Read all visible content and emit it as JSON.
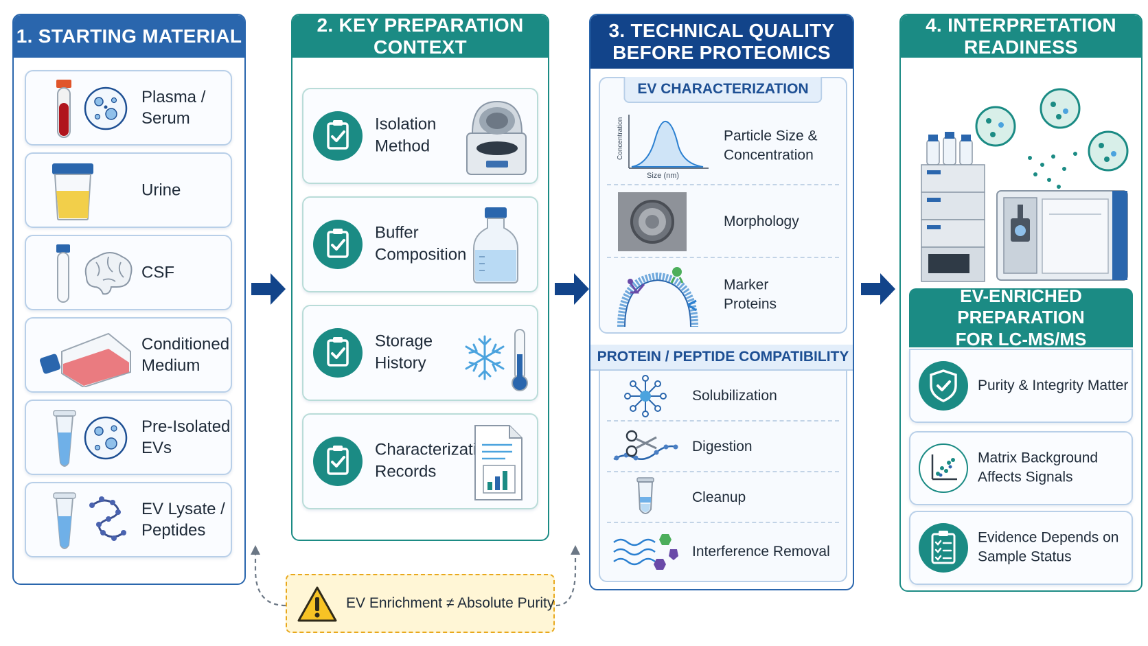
{
  "colors": {
    "blue_primary": "#2a66ad",
    "blue_dark": "#12448a",
    "teal": "#1b8b84",
    "card_border": "#b8cfe8",
    "warning_fill": "#fff6d6",
    "warning_border": "#e8a81c"
  },
  "panels": [
    {
      "title": "1. STARTING MATERIAL",
      "items": [
        {
          "label": "Plasma /\nSerum",
          "icon": "blood-tube-icon"
        },
        {
          "label": "Urine",
          "icon": "urine-cup-icon"
        },
        {
          "label": "CSF",
          "icon": "brain-icon"
        },
        {
          "label": "Conditioned\nMedium",
          "icon": "culture-flask-icon"
        },
        {
          "label": "Pre-Isolated\nEVs",
          "icon": "microtube-icon"
        },
        {
          "label": "EV Lysate /\nPeptides",
          "icon": "peptide-chain-icon"
        }
      ]
    },
    {
      "title": "2. KEY PREPARATION CONTEXT",
      "items": [
        {
          "label": "Isolation\nMethod",
          "icon": "centrifuge-icon"
        },
        {
          "label": "Buffer\nComposition",
          "icon": "buffer-bottle-icon"
        },
        {
          "label": "Storage\nHistory",
          "icon": "snowflake-thermometer-icon"
        },
        {
          "label": "Characterization\nRecords",
          "icon": "report-document-icon"
        }
      ]
    },
    {
      "title_line1": "3. TECHNICAL QUALITY",
      "title_line2": "BEFORE PROTEOMICS",
      "ev_char": {
        "tab": "EV CHARACTERIZATION",
        "chart_ylabel": "Concentration",
        "chart_xlabel": "Size (nm)",
        "items": [
          {
            "label": "Particle Size &\nConcentration",
            "icon": "size-distribution-icon"
          },
          {
            "label": "Morphology",
            "icon": "em-vesicle-icon"
          },
          {
            "label": "Marker\nProteins",
            "icon": "membrane-marker-icon"
          }
        ]
      },
      "compat": {
        "tab": "PROTEIN / PEPTIDE COMPATIBILITY",
        "items": [
          {
            "label": "Solubilization",
            "icon": "micelle-icon"
          },
          {
            "label": "Digestion",
            "icon": "scissors-icon"
          },
          {
            "label": "Cleanup",
            "icon": "spin-column-icon"
          },
          {
            "label": "Interference Removal",
            "icon": "wave-shapes-icon"
          }
        ]
      }
    },
    {
      "title": "4. INTERPRETATION READINESS",
      "banner": "EV-ENRICHED PREPARATION\nFOR LC-MS/MS",
      "items": [
        {
          "label": "Purity & Integrity Matter",
          "icon": "shield-check-icon"
        },
        {
          "label": "Matrix Background\nAffects Signals",
          "icon": "scatter-plot-icon"
        },
        {
          "label": "Evidence Depends on\nSample Status",
          "icon": "checklist-icon"
        }
      ]
    }
  ],
  "warning": {
    "label": "EV Enrichment ≠ Absolute Purity",
    "icon": "warning-icon"
  }
}
